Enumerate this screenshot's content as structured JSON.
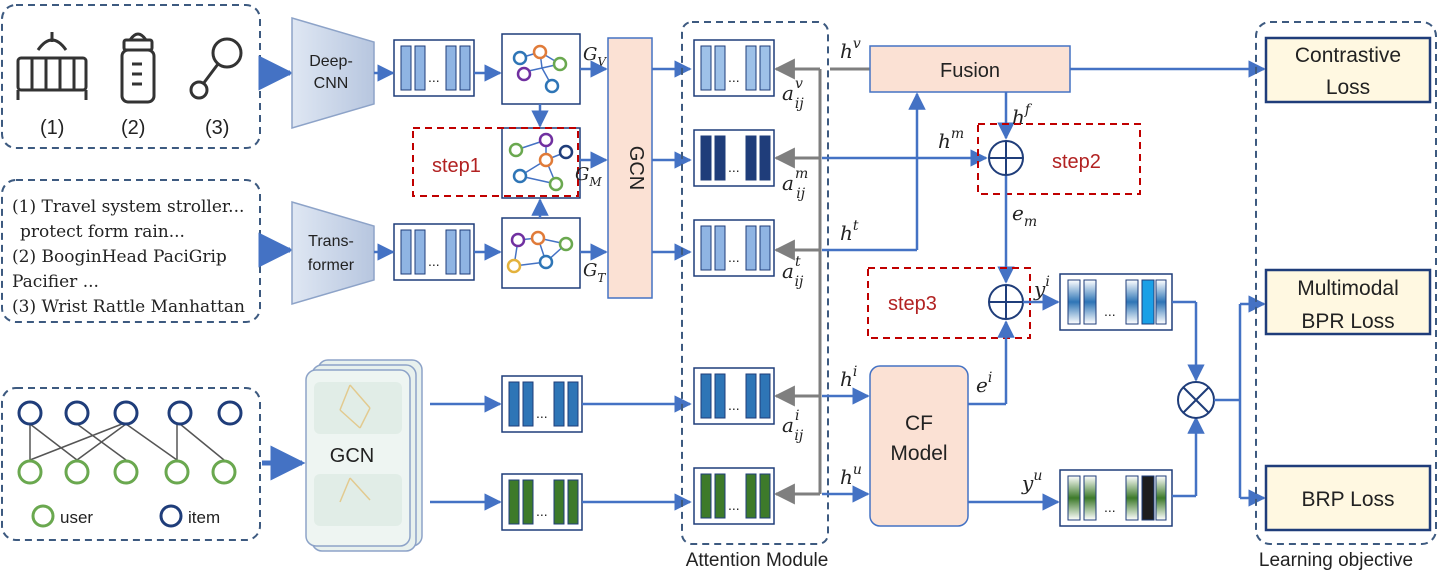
{
  "inputs": {
    "images": {
      "labels": [
        "(1)",
        "(2)",
        "(3)"
      ],
      "icons": [
        "crib-icon",
        "baby-bottle-icon",
        "rattle-icon"
      ]
    },
    "text_lines": [
      "(1) Travel system stroller...",
      "protect form rain...",
      "(2) BooginHead PaciGrip",
      "Pacifier ...",
      "(3) Wrist Rattle Manhattan"
    ],
    "graph_legend": {
      "user": "user",
      "item": "item"
    }
  },
  "encoders": {
    "image": "Deep-CNN",
    "text_l1": "Trans-",
    "text_l2": "former",
    "graph": "GCN"
  },
  "graphs": {
    "v": "G",
    "v_sub": "V",
    "m": "G",
    "m_sub": "M",
    "t": "G",
    "t_sub": "T"
  },
  "gcn_label": "GCN",
  "steps": {
    "step1": "step1",
    "step2": "step2",
    "step3": "step3"
  },
  "attention": {
    "title": "Attention Module",
    "weights": [
      {
        "a": "a",
        "sup": "v",
        "sub": "ij"
      },
      {
        "a": "a",
        "sup": "m",
        "sub": "ij"
      },
      {
        "a": "a",
        "sup": "t",
        "sub": "ij"
      },
      {
        "a": "a",
        "sup": "i",
        "sub": "ij"
      }
    ]
  },
  "fusion": "Fusion",
  "cf_model_l1": "CF",
  "cf_model_l2": "Model",
  "vars": {
    "hv": "h",
    "hv_sup": "v",
    "hm": "h",
    "hm_sup": "m",
    "ht": "h",
    "ht_sup": "t",
    "hf": "h",
    "hf_sup": "f",
    "hi": "h",
    "hi_sup": "i",
    "hu": "h",
    "hu_sup": "u",
    "em": "e",
    "em_sub": "m",
    "ei": "e",
    "ei_sup": "i",
    "yi": "y",
    "yi_sup": "i",
    "yu": "y",
    "yu_sup": "u"
  },
  "losses": {
    "contrastive_l1": "Contrastive",
    "contrastive_l2": "Loss",
    "bpr_l1": "Multimodal",
    "bpr_l2": "BPR Loss",
    "brp": "BRP Loss",
    "title": "Learning objective"
  },
  "ellipsis": "...",
  "colors": {
    "arrow": "#4472c4",
    "gray_arrow": "#7f7f7f",
    "dashed": "#3d5a80",
    "step_red": "#c00000",
    "fusion_fill": "#fbe1d4",
    "loss_fill": "#fff8e1",
    "encoder_fill": "#c9d5e8",
    "bar_light": "#9ec1e8",
    "bar_dark": "#1f3d7a",
    "bar_mid": "#2e75b6",
    "bar_green": "#3d7a2a"
  }
}
